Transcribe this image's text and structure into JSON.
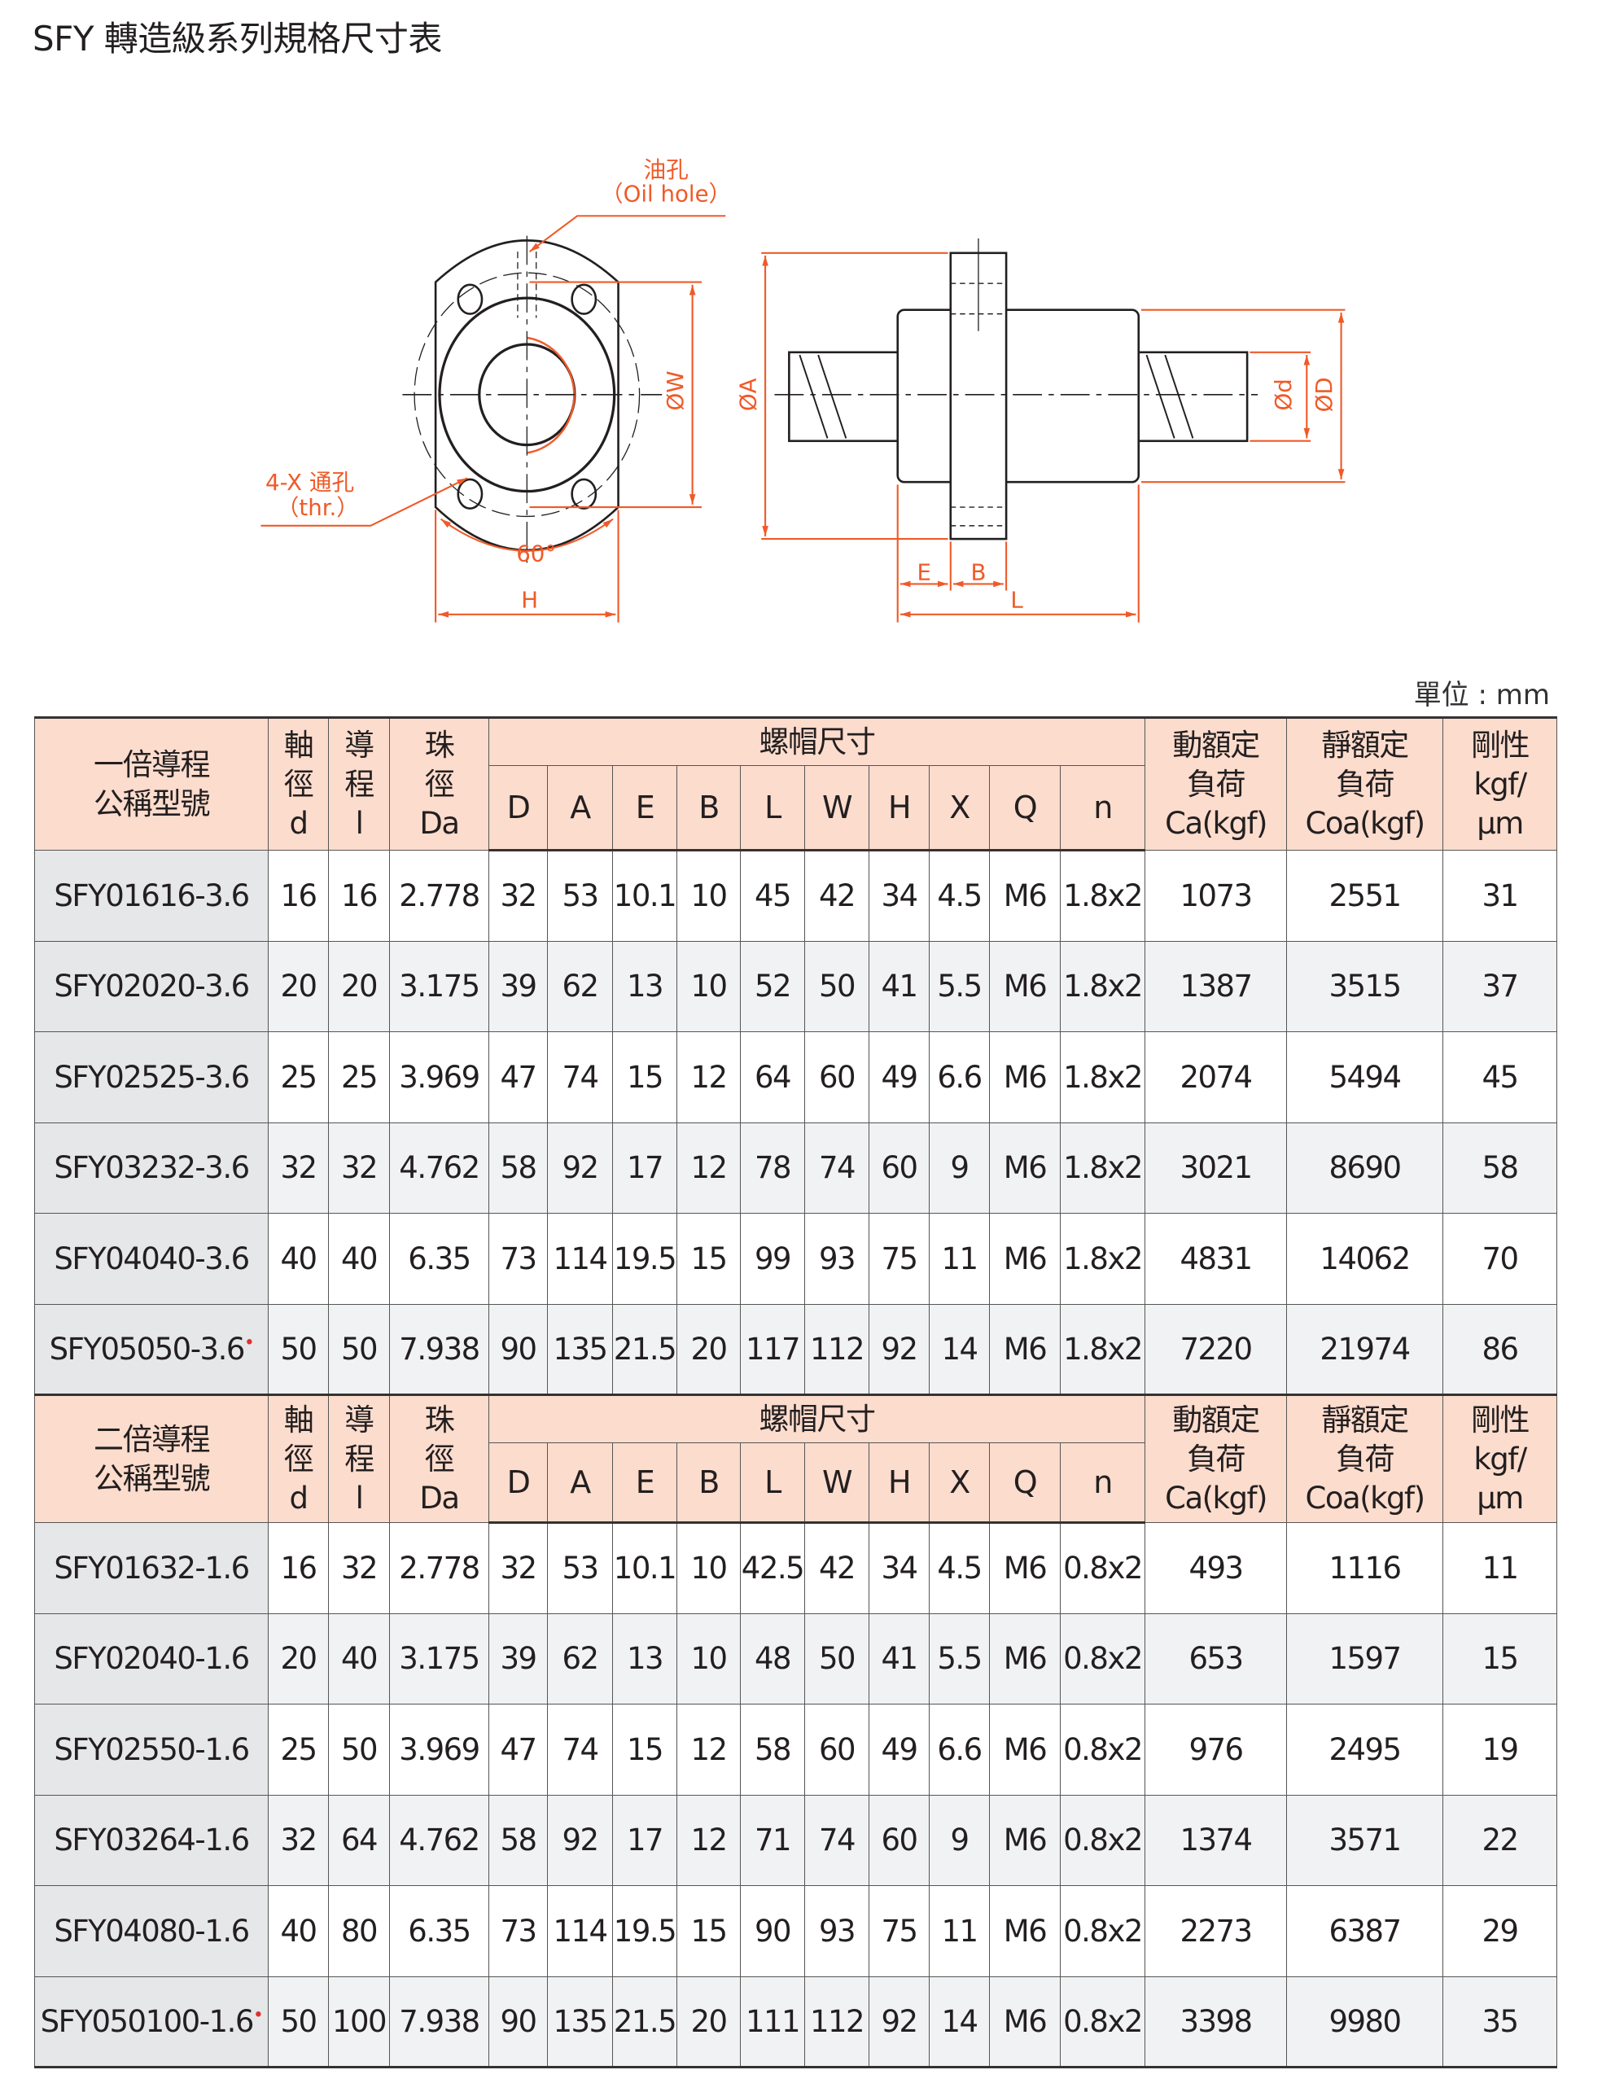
{
  "title": "SFY 轉造級系列規格尺寸表",
  "diagram": {
    "oil_hole_zh": "油孔",
    "oil_hole_en": "（Oil hole）",
    "through_hole_zh": "4-X 通孔",
    "through_hole_en": "（thr.）",
    "angle": "60°",
    "dim_W": "ØW",
    "dim_H": "H",
    "dim_A": "ØA",
    "dim_d": "Ød",
    "dim_D": "ØD",
    "dim_E": "E",
    "dim_B": "B",
    "dim_L": "L",
    "accent_color": "#f05a28"
  },
  "unit": "單位 : mm",
  "columns": {
    "shaft": [
      "軸",
      "徑",
      "d"
    ],
    "lead": [
      "導",
      "程",
      "l"
    ],
    "ball": [
      "珠",
      "徑",
      "Da"
    ],
    "nut_group": "螺帽尺寸",
    "nut": [
      "D",
      "A",
      "E",
      "B",
      "L",
      "W",
      "H",
      "X",
      "Q",
      "n"
    ],
    "dyn": [
      "動額定",
      "負荷",
      "Ca(kgf)"
    ],
    "stat": [
      "靜額定",
      "負荷",
      "Coa(kgf)"
    ],
    "rigid": [
      "剛性",
      "kgf/",
      "μm"
    ]
  },
  "groups": [
    {
      "label": [
        "一倍導程",
        "公稱型號"
      ],
      "rows": [
        {
          "model": "SFY01616-3.6",
          "mark": false,
          "v": [
            "16",
            "16",
            "2.778",
            "32",
            "53",
            "10.1",
            "10",
            "45",
            "42",
            "34",
            "4.5",
            "M6",
            "1.8x2",
            "1073",
            "2551",
            "31"
          ]
        },
        {
          "model": "SFY02020-3.6",
          "mark": false,
          "v": [
            "20",
            "20",
            "3.175",
            "39",
            "62",
            "13",
            "10",
            "52",
            "50",
            "41",
            "5.5",
            "M6",
            "1.8x2",
            "1387",
            "3515",
            "37"
          ]
        },
        {
          "model": "SFY02525-3.6",
          "mark": false,
          "v": [
            "25",
            "25",
            "3.969",
            "47",
            "74",
            "15",
            "12",
            "64",
            "60",
            "49",
            "6.6",
            "M6",
            "1.8x2",
            "2074",
            "5494",
            "45"
          ]
        },
        {
          "model": "SFY03232-3.6",
          "mark": false,
          "v": [
            "32",
            "32",
            "4.762",
            "58",
            "92",
            "17",
            "12",
            "78",
            "74",
            "60",
            "9",
            "M6",
            "1.8x2",
            "3021",
            "8690",
            "58"
          ]
        },
        {
          "model": "SFY04040-3.6",
          "mark": false,
          "v": [
            "40",
            "40",
            "6.35",
            "73",
            "114",
            "19.5",
            "15",
            "99",
            "93",
            "75",
            "11",
            "M6",
            "1.8x2",
            "4831",
            "14062",
            "70"
          ]
        },
        {
          "model": "SFY05050-3.6",
          "mark": true,
          "v": [
            "50",
            "50",
            "7.938",
            "90",
            "135",
            "21.5",
            "20",
            "117",
            "112",
            "92",
            "14",
            "M6",
            "1.8x2",
            "7220",
            "21974",
            "86"
          ]
        }
      ]
    },
    {
      "label": [
        "二倍導程",
        "公稱型號"
      ],
      "rows": [
        {
          "model": "SFY01632-1.6",
          "mark": false,
          "v": [
            "16",
            "32",
            "2.778",
            "32",
            "53",
            "10.1",
            "10",
            "42.5",
            "42",
            "34",
            "4.5",
            "M6",
            "0.8x2",
            "493",
            "1116",
            "11"
          ]
        },
        {
          "model": "SFY02040-1.6",
          "mark": false,
          "v": [
            "20",
            "40",
            "3.175",
            "39",
            "62",
            "13",
            "10",
            "48",
            "50",
            "41",
            "5.5",
            "M6",
            "0.8x2",
            "653",
            "1597",
            "15"
          ]
        },
        {
          "model": "SFY02550-1.6",
          "mark": false,
          "v": [
            "25",
            "50",
            "3.969",
            "47",
            "74",
            "15",
            "12",
            "58",
            "60",
            "49",
            "6.6",
            "M6",
            "0.8x2",
            "976",
            "2495",
            "19"
          ]
        },
        {
          "model": "SFY03264-1.6",
          "mark": false,
          "v": [
            "32",
            "64",
            "4.762",
            "58",
            "92",
            "17",
            "12",
            "71",
            "74",
            "60",
            "9",
            "M6",
            "0.8x2",
            "1374",
            "3571",
            "22"
          ]
        },
        {
          "model": "SFY04080-1.6",
          "mark": false,
          "v": [
            "40",
            "80",
            "6.35",
            "73",
            "114",
            "19.5",
            "15",
            "90",
            "93",
            "75",
            "11",
            "M6",
            "0.8x2",
            "2273",
            "6387",
            "29"
          ]
        },
        {
          "model": "SFY050100-1.6",
          "mark": true,
          "v": [
            "50",
            "100",
            "7.938",
            "90",
            "135",
            "21.5",
            "20",
            "111",
            "112",
            "92",
            "14",
            "M6",
            "0.8x2",
            "3398",
            "9980",
            "35"
          ]
        }
      ]
    }
  ],
  "mark_symbol": "•",
  "colors": {
    "header_bg": "#fcdccd",
    "model_bg": "#e6e7e9",
    "alt_row_bg": "#f1f2f4",
    "mark": "#e0322d"
  }
}
